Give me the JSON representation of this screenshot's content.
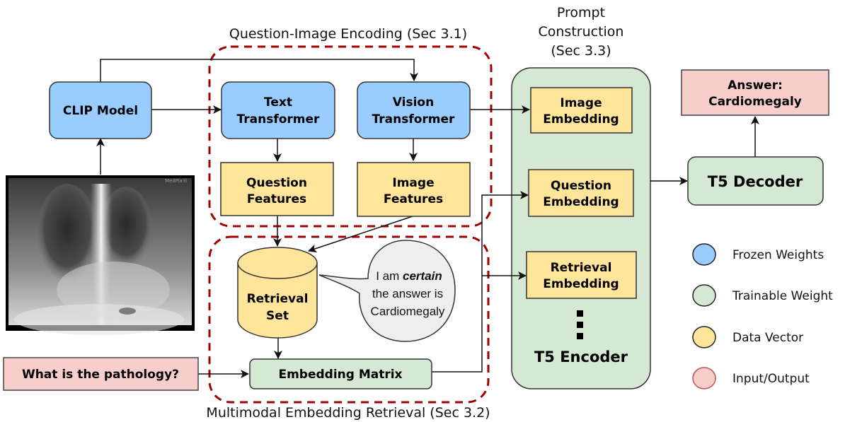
{
  "colors": {
    "frozen": "#99ccff",
    "trainable": "#d5e8d4",
    "data": "#ffe599",
    "io": "#f8cecc",
    "io_stroke": "#b85450",
    "group_border": "#a00000",
    "bubble": "#eeeeee"
  },
  "groups": {
    "encoding": "Question-Image Encoding (Sec 3.1)",
    "retrieval": "Multimodal Embedding Retrieval (Sec 3.2)",
    "prompt_line1": "Prompt",
    "prompt_line2": "Construction",
    "prompt_line3": "(Sec 3.3)"
  },
  "nodes": {
    "clip": "CLIP Model",
    "text_tf_1": "Text",
    "text_tf_2": "Transformer",
    "vision_tf_1": "Vision",
    "vision_tf_2": "Transformer",
    "qfeat_1": "Question",
    "qfeat_2": "Features",
    "ifeat_1": "Image",
    "ifeat_2": "Features",
    "retrieval_set_1": "Retrieval",
    "retrieval_set_2": "Set",
    "emb_matrix": "Embedding Matrix",
    "img_emb_1": "Image",
    "img_emb_2": "Embedding",
    "q_emb_1": "Question",
    "q_emb_2": "Embedding",
    "r_emb_1": "Retrieval",
    "r_emb_2": "Embedding",
    "t5_encoder": "T5 Encoder",
    "t5_decoder": "T5 Decoder",
    "answer_1": "Answer:",
    "answer_2": "Cardiomegaly",
    "question": "What is the pathology?"
  },
  "bubble": {
    "line1_pre": "I am ",
    "line1_em": "certain",
    "line2": "the answer is",
    "line3": "Cardiomegaly"
  },
  "xray": {
    "watermark": "MedPix®"
  },
  "legend": [
    {
      "label": "Frozen Weights",
      "color_key": "frozen"
    },
    {
      "label": "Trainable Weight",
      "color_key": "trainable"
    },
    {
      "label": "Data Vector",
      "color_key": "data"
    },
    {
      "label": "Input/Output",
      "color_key": "io"
    }
  ]
}
